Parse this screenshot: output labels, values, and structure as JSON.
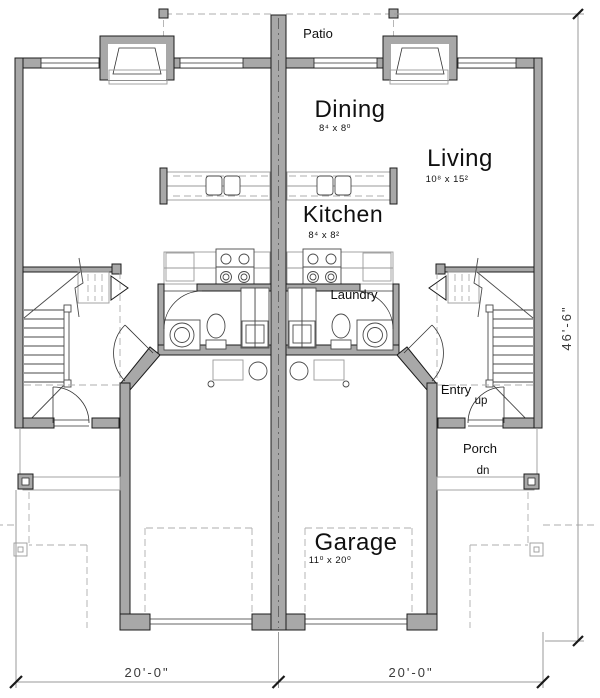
{
  "title": "duplex-floor-plan",
  "colors": {
    "wall_fill": "#a8a8a8",
    "line_dark": "#1c1c1c",
    "line_light": "#9a9a9a",
    "dim_text": "#3a3a3a",
    "background": "#ffffff"
  },
  "plan": {
    "patio_label": "Patio",
    "rooms": {
      "dining": {
        "name": "Dining",
        "dims": "8⁴ x 8⁰"
      },
      "living": {
        "name": "Living",
        "dims": "10⁸ x 15²"
      },
      "kitchen": {
        "name": "Kitchen",
        "dims": "8⁴ x 8²"
      },
      "laundry": {
        "name": "Laundry"
      },
      "entry": {
        "name": "Entry",
        "note": "up"
      },
      "porch": {
        "name": "Porch",
        "note": "dn"
      },
      "garage": {
        "name": "Garage",
        "dims": "11⁰ x 20⁰"
      }
    },
    "dimensions": {
      "overall_depth": "46'-6\"",
      "unit_width_left": "20'-0\"",
      "unit_width_right": "20'-0\""
    }
  }
}
